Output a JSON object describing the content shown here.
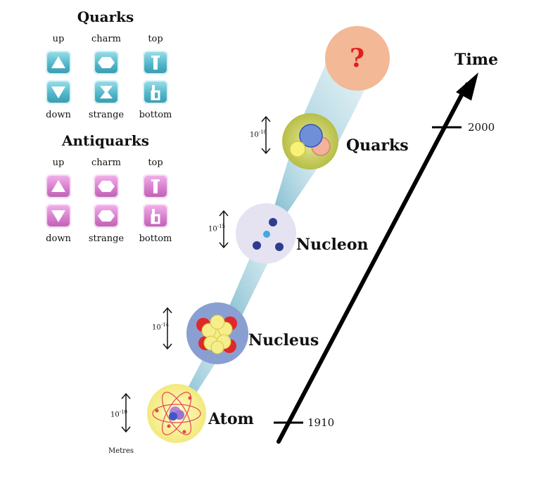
{
  "quarks": {
    "title": "Quarks",
    "top_labels": [
      "up",
      "charm",
      "top"
    ],
    "bottom_labels": [
      "down",
      "strange",
      "bottom"
    ],
    "icons": [
      "triangle-up-icon",
      "hexagon-icon",
      "t-bar-icon",
      "triangle-down-icon",
      "hourglass-icon",
      "b-bar-icon"
    ],
    "color": "#4fb3c8"
  },
  "antiquarks": {
    "title": "Antiquarks",
    "top_labels": [
      "up",
      "charm",
      "top"
    ],
    "bottom_labels": [
      "down",
      "strange",
      "bottom"
    ],
    "icons": [
      "triangle-up-icon",
      "hexagon-icon",
      "t-bar-icon",
      "triangle-down-icon",
      "hexagon-icon",
      "b-bar-icon"
    ],
    "color": "#d57bcb"
  },
  "levels": [
    {
      "name": "Atom",
      "scale_base": "10",
      "scale_exp": "-10",
      "color": "#f7ef8e"
    },
    {
      "name": "Nucleus",
      "scale_base": "10",
      "scale_exp": "-14",
      "color": "#8a9fd1"
    },
    {
      "name": "Nucleon",
      "scale_base": "10",
      "scale_exp": "-15",
      "color": "#e4e1f0"
    },
    {
      "name": "Quarks",
      "scale_base": "10",
      "scale_exp": "-18",
      "color": "#c8cf5a"
    }
  ],
  "unknown": {
    "symbol": "?",
    "color": "#f3b896",
    "symbol_color": "#e02020"
  },
  "units_label": "Metres",
  "timeline": {
    "axis_label": "Time",
    "year_start": "1910",
    "year_end": "2000"
  }
}
